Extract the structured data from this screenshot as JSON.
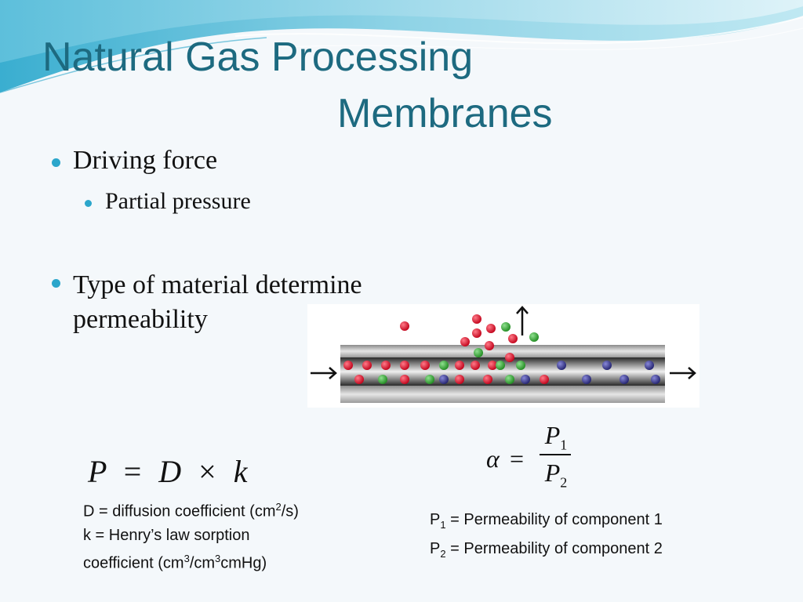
{
  "title": {
    "line1": "Natural Gas Processing",
    "line2": "Membranes"
  },
  "bullets": {
    "driving_force": "Driving force",
    "partial_pressure": "Partial pressure",
    "material": "Type of material determine permeability"
  },
  "formula_permeability": {
    "p": "P",
    "eq": "=",
    "d": "D",
    "times": "×",
    "k": "k"
  },
  "formula_selectivity": {
    "alpha": "α",
    "eq": "=",
    "num": "P",
    "num_sub": "1",
    "den": "P",
    "den_sub": "2"
  },
  "definitions_left": {
    "d_text": "D = diffusion coefficient (cm",
    "d_sup": "2",
    "d_end": "/s)",
    "k_line1": "k = Henry’s law sorption",
    "k_line2_a": "coefficient (cm",
    "k_sup1": "3",
    "k_line2_b": "/cm",
    "k_sup2": "3",
    "k_line2_c": "cmHg)"
  },
  "definitions_right": {
    "p1_a": "P",
    "p1_sub": "1",
    "p1_text": " = Permeability of component 1",
    "p2_a": "P",
    "p2_sub": "2",
    "p2_text": " = Permeability of component 2"
  },
  "colors": {
    "title": "#1d6a80",
    "bullet": "#2ba6cb",
    "molecule_red": "#d0102a",
    "molecule_green": "#2ea02e",
    "molecule_blue": "#2c2c8c"
  }
}
